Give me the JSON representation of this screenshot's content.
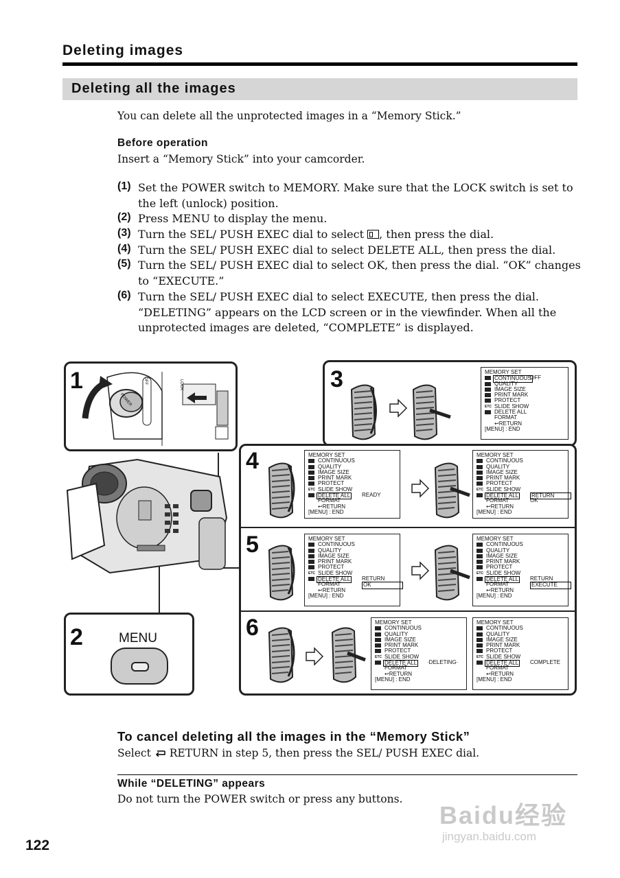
{
  "header": {
    "title": "Deleting images"
  },
  "section": {
    "title": "Deleting all the images"
  },
  "intro": "You can delete all the unprotected images in a “Memory Stick.”",
  "before_operation": {
    "title": "Before operation",
    "text": "Insert a “Memory Stick” into your camcorder."
  },
  "steps": [
    {
      "num": "(1)",
      "text": "Set the POWER switch to MEMORY. Make sure that the LOCK switch is set to the left (unlock) position."
    },
    {
      "num": "(2)",
      "text": "Press MENU to display the menu."
    },
    {
      "num": "(3)",
      "text_a": "Turn the SEL/ PUSH EXEC dial to select",
      "text_b": ", then press the dial."
    },
    {
      "num": "(4)",
      "text": "Turn the SEL/ PUSH EXEC dial to select DELETE ALL, then press the dial."
    },
    {
      "num": "(5)",
      "text": "Turn the SEL/ PUSH EXEC dial to select OK, then press the dial. “OK” changes to “EXECUTE.”"
    },
    {
      "num": "(6)",
      "text": "Turn the SEL/ PUSH EXEC dial to select EXECUTE, then press the dial. “DELETING” appears on the LCD screen or in the viewfinder. When all the unprotected images are deleted, “COMPLETE” is displayed."
    }
  ],
  "figure": {
    "panel_numbers": [
      "1",
      "2",
      "3",
      "4",
      "5",
      "6"
    ],
    "menu_button_label": "MENU",
    "switch_labels": {
      "power": "POWER",
      "off": "OFF",
      "lock": "LOCK"
    },
    "menu_items": [
      "MEMORY SET",
      "CONTINUOUS",
      "QUALITY",
      "IMAGE SIZE",
      "PRINT MARK",
      "PROTECT",
      "SLIDE SHOW",
      "DELETE ALL",
      "FORMAT",
      "RETURN",
      "[MENU] : END"
    ],
    "etc_label": "ETC",
    "side_values": {
      "off": "OFF",
      "ready": "READY",
      "return": "RETURN",
      "ok": "OK",
      "execute": "EXECUTE",
      "deleting": "DELETING",
      "complete": "COMPLETE"
    }
  },
  "cancel": {
    "title": "To cancel deleting all the images in the “Memory Stick”",
    "text_a": "Select",
    "text_b": "RETURN in step 5, then press the SEL/ PUSH EXEC dial."
  },
  "while_deleting": {
    "title": "While “DELETING” appears",
    "text": "Do not turn the POWER switch or press any buttons."
  },
  "page_number": "122",
  "watermark": {
    "brand": "Baidu经验",
    "url": "jingyan.baidu.com"
  }
}
